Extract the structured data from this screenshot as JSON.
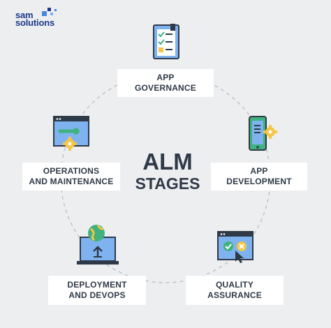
{
  "logo": {
    "line1": "sam",
    "line2": "solutions"
  },
  "center": {
    "line1": "ALM",
    "line2": "STAGES"
  },
  "stages": [
    {
      "line1": "APP",
      "line2": "GOVERNANCE",
      "icon": "checklist-icon"
    },
    {
      "line1": "APP",
      "line2": "DEVELOPMENT",
      "icon": "smartphone-gear-icon"
    },
    {
      "line1": "QUALITY",
      "line2": "ASSURANCE",
      "icon": "window-check-cross-icon"
    },
    {
      "line1": "DEPLOYMENT",
      "line2": "AND DEVOPS",
      "icon": "laptop-globe-upload-icon"
    },
    {
      "line1": "OPERATIONS",
      "line2": "AND MAINTENANCE",
      "icon": "window-wrench-gear-icon"
    }
  ],
  "colors": {
    "background": "#edeef0",
    "text": "#2f3a48",
    "brand": "#1d3a8a",
    "accent_blue": "#7fb3f0",
    "accent_yellow": "#f5c646",
    "accent_green": "#3fb27f",
    "dashed_line": "#b7bcc4"
  }
}
